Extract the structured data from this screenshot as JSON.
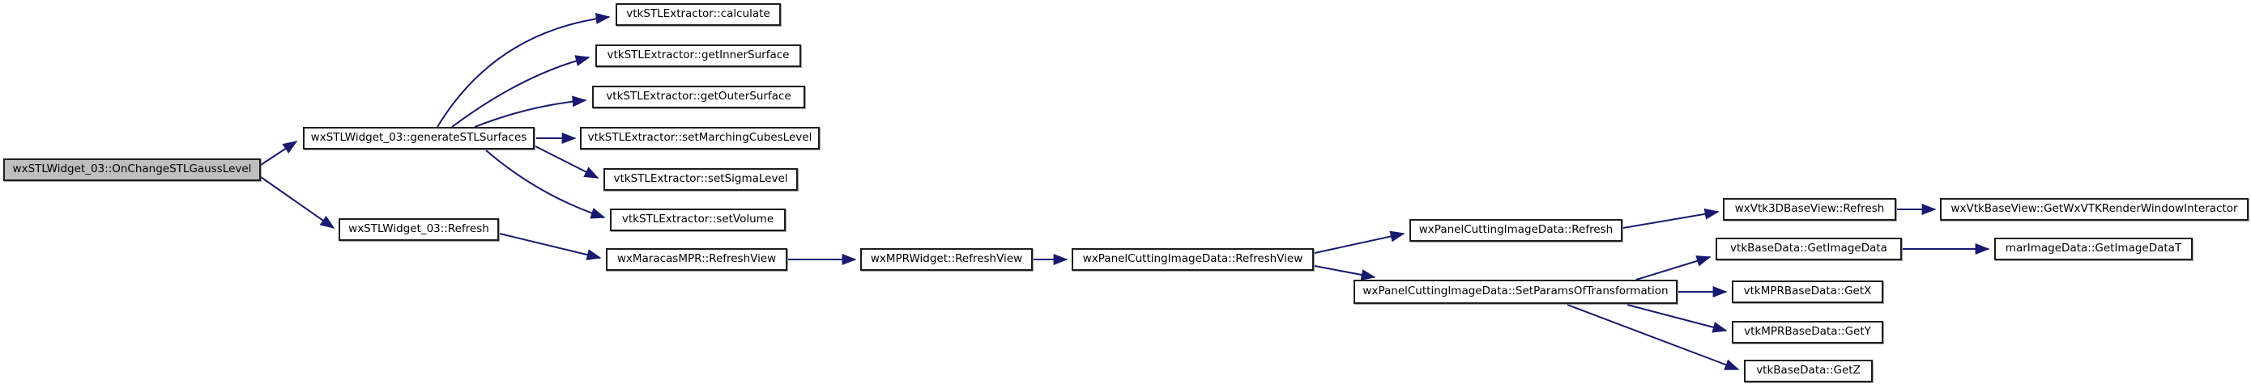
{
  "diagram": {
    "type": "doxygen-call-graph",
    "colors": {
      "background": "#ffffff",
      "edge": "#191970",
      "node_border": "#1d1d1d",
      "node_fill": "#ffffff",
      "highlight_fill": "#bfbfbf",
      "text": "#000000"
    },
    "nodes": [
      {
        "id": "onchange",
        "label": "wxSTLWidget_03::OnChangeSTLGaussLevel",
        "highlighted": true
      },
      {
        "id": "generate",
        "label": "wxSTLWidget_03::generateSTLSurfaces",
        "highlighted": false
      },
      {
        "id": "refresh03",
        "label": "wxSTLWidget_03::Refresh",
        "highlighted": false
      },
      {
        "id": "calculate",
        "label": "vtkSTLExtractor::calculate",
        "highlighted": false
      },
      {
        "id": "getinner",
        "label": "vtkSTLExtractor::getInnerSurface",
        "highlighted": false
      },
      {
        "id": "getouter",
        "label": "vtkSTLExtractor::getOuterSurface",
        "highlighted": false
      },
      {
        "id": "setmarching",
        "label": "vtkSTLExtractor::setMarchingCubesLevel",
        "highlighted": false
      },
      {
        "id": "setsigma",
        "label": "vtkSTLExtractor::setSigmaLevel",
        "highlighted": false
      },
      {
        "id": "setvolume",
        "label": "vtkSTLExtractor::setVolume",
        "highlighted": false
      },
      {
        "id": "maracas",
        "label": "wxMaracasMPR::RefreshView",
        "highlighted": false
      },
      {
        "id": "mprwidget",
        "label": "wxMPRWidget::RefreshView",
        "highlighted": false
      },
      {
        "id": "panelrefreshview",
        "label": "wxPanelCuttingImageData::RefreshView",
        "highlighted": false
      },
      {
        "id": "panelrefresh",
        "label": "wxPanelCuttingImageData::Refresh",
        "highlighted": false
      },
      {
        "id": "setparams",
        "label": "wxPanelCuttingImageData::SetParamsOfTransformation",
        "highlighted": false
      },
      {
        "id": "vtk3drefresh",
        "label": "wxVtk3DBaseView::Refresh",
        "highlighted": false
      },
      {
        "id": "getimagedata",
        "label": "vtkBaseData::GetImageData",
        "highlighted": false
      },
      {
        "id": "getx",
        "label": "vtkMPRBaseData::GetX",
        "highlighted": false
      },
      {
        "id": "gety",
        "label": "vtkMPRBaseData::GetY",
        "highlighted": false
      },
      {
        "id": "getz",
        "label": "vtkBaseData::GetZ",
        "highlighted": false
      },
      {
        "id": "getwxvtk",
        "label": "wxVtkBaseView::GetWxVTKRenderWindowInteractor",
        "highlighted": false
      },
      {
        "id": "getimagedatat",
        "label": "marImageData::GetImageDataT",
        "highlighted": false
      }
    ],
    "edges": [
      {
        "from": "onchange",
        "to": "generate"
      },
      {
        "from": "onchange",
        "to": "refresh03"
      },
      {
        "from": "generate",
        "to": "calculate"
      },
      {
        "from": "generate",
        "to": "getinner"
      },
      {
        "from": "generate",
        "to": "getouter"
      },
      {
        "from": "generate",
        "to": "setmarching"
      },
      {
        "from": "generate",
        "to": "setsigma"
      },
      {
        "from": "generate",
        "to": "setvolume"
      },
      {
        "from": "refresh03",
        "to": "maracas"
      },
      {
        "from": "maracas",
        "to": "mprwidget"
      },
      {
        "from": "mprwidget",
        "to": "panelrefreshview"
      },
      {
        "from": "panelrefreshview",
        "to": "panelrefresh"
      },
      {
        "from": "panelrefreshview",
        "to": "setparams"
      },
      {
        "from": "panelrefresh",
        "to": "vtk3drefresh"
      },
      {
        "from": "vtk3drefresh",
        "to": "getwxvtk"
      },
      {
        "from": "setparams",
        "to": "getimagedata"
      },
      {
        "from": "setparams",
        "to": "getx"
      },
      {
        "from": "setparams",
        "to": "gety"
      },
      {
        "from": "setparams",
        "to": "getz"
      },
      {
        "from": "getimagedata",
        "to": "getimagedatat"
      }
    ]
  }
}
